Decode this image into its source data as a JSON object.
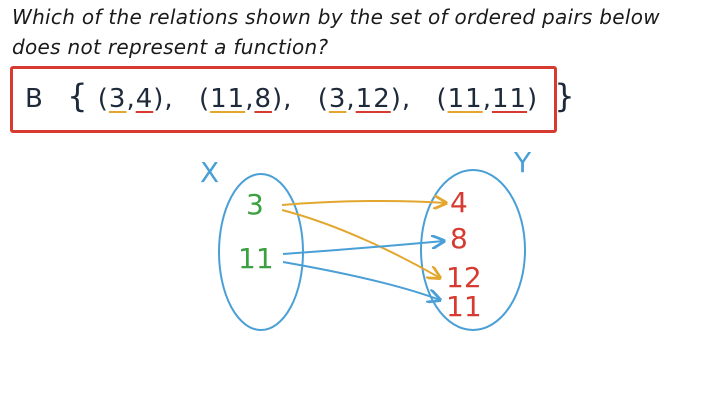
{
  "question": {
    "text": "Which of the relations shown by the set of ordered pairs below does not represent a function?"
  },
  "answer": {
    "letter": "B",
    "pairs": [
      {
        "x": "3",
        "y": "4"
      },
      {
        "x": "11",
        "y": "8"
      },
      {
        "x": "3",
        "y": "12"
      },
      {
        "x": "11",
        "y": "11"
      }
    ]
  },
  "diagram": {
    "domain_label": "X",
    "range_label": "Y",
    "domain": [
      "3",
      "11"
    ],
    "range": [
      "4",
      "8",
      "12",
      "11"
    ],
    "arrows": [
      {
        "from": "3",
        "to": "4",
        "color": "#e3a72f"
      },
      {
        "from": "3",
        "to": "12",
        "color": "#e3a72f"
      },
      {
        "from": "11",
        "to": "8",
        "color": "#4a9fd6"
      },
      {
        "from": "11",
        "to": "11",
        "color": "#4a9fd6"
      }
    ]
  },
  "colors": {
    "box": "#d63a30",
    "domain_values": "#3aa040",
    "range_values": "#d63a30",
    "ovals": "#4a9fd6",
    "arrows_from_3": "#e3a72f",
    "arrows_from_11": "#4a9fd6"
  }
}
